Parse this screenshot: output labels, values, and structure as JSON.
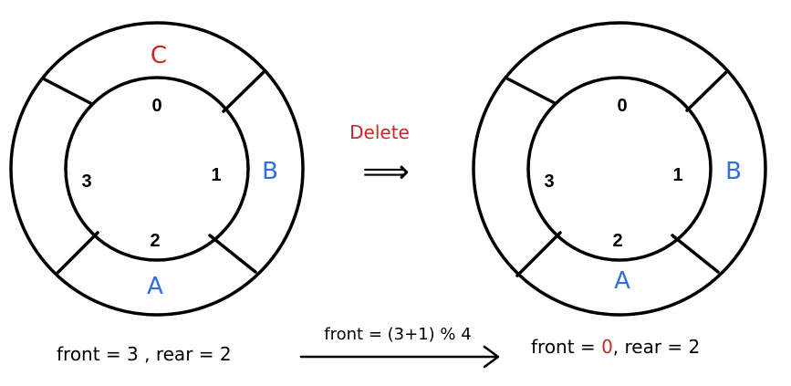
{
  "colors": {
    "ink": "#000000",
    "red": "#c62828",
    "blue": "#2f6fe0"
  },
  "before": {
    "indices": [
      "0",
      "1",
      "2",
      "3"
    ],
    "slots": {
      "top": "C",
      "right": "B",
      "bottom": "A"
    },
    "state": "front = 3 ,  rear = 2"
  },
  "operation": {
    "label": "Delete",
    "arrow": "⟹",
    "formula": "front = (3+1) % 4"
  },
  "after": {
    "indices": [
      "0",
      "1",
      "2",
      "3"
    ],
    "slots": {
      "right": "B",
      "bottom": "A"
    },
    "state": {
      "front_prefix": "front = ",
      "front_value": "0",
      "rest": ",  rear  = 2"
    }
  }
}
